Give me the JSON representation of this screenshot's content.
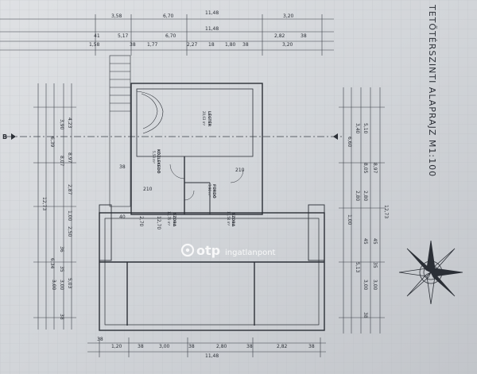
{
  "title": "TETŐTÉRSZINTI ALAPRAJZ M1:100",
  "section_marker": "B",
  "watermark": "otp",
  "watermark_suffix": "ingatlanpont",
  "top_dims": {
    "row1": [
      "3,58",
      "6,70",
      "11,48",
      "3,20"
    ],
    "row2": [
      "11,48"
    ],
    "row3": [
      "41",
      "5,17",
      "6,70",
      "2,82",
      "38"
    ],
    "row4": [
      "1,58",
      "38",
      "1,77",
      "2,27",
      "18",
      "1,80",
      "38",
      "3,20"
    ]
  },
  "bottom_dims": {
    "row1": [
      "38",
      "1,20",
      "38",
      "3,00",
      "38",
      "2,80",
      "38",
      "2,82",
      "38"
    ],
    "row2": [
      "11,48"
    ]
  },
  "left_dims": [
    "4,23",
    "3,90",
    "6,39",
    "8,97",
    "8,07",
    "12,73",
    "2,87",
    "1,00",
    "2,50",
    "36",
    "6,34",
    "35",
    "3,00",
    "3,00",
    "5,03",
    "38"
  ],
  "right_dims": [
    "5,10",
    "3,40",
    "6,60",
    "8,97",
    "8,05",
    "12,73",
    "2,80",
    "2,80",
    "1,00",
    "45",
    "45",
    "5,13",
    "3,00",
    "3,00",
    "35",
    "38"
  ],
  "rooms": [
    {
      "name": "LÉGTÉR",
      "area": "20,63 m²"
    },
    {
      "name": "KÖZLEKEDŐ",
      "area": "5,53 m²"
    },
    {
      "name": "SZOBA",
      "area": "12,70 m²"
    },
    {
      "name": "SZOBA",
      "area": "11,54 m²"
    },
    {
      "name": "FÜRDŐ",
      "area": "3,96 m²"
    }
  ],
  "misc_labels": [
    "2,70",
    "210",
    "210",
    "12,70",
    "38",
    "40"
  ]
}
